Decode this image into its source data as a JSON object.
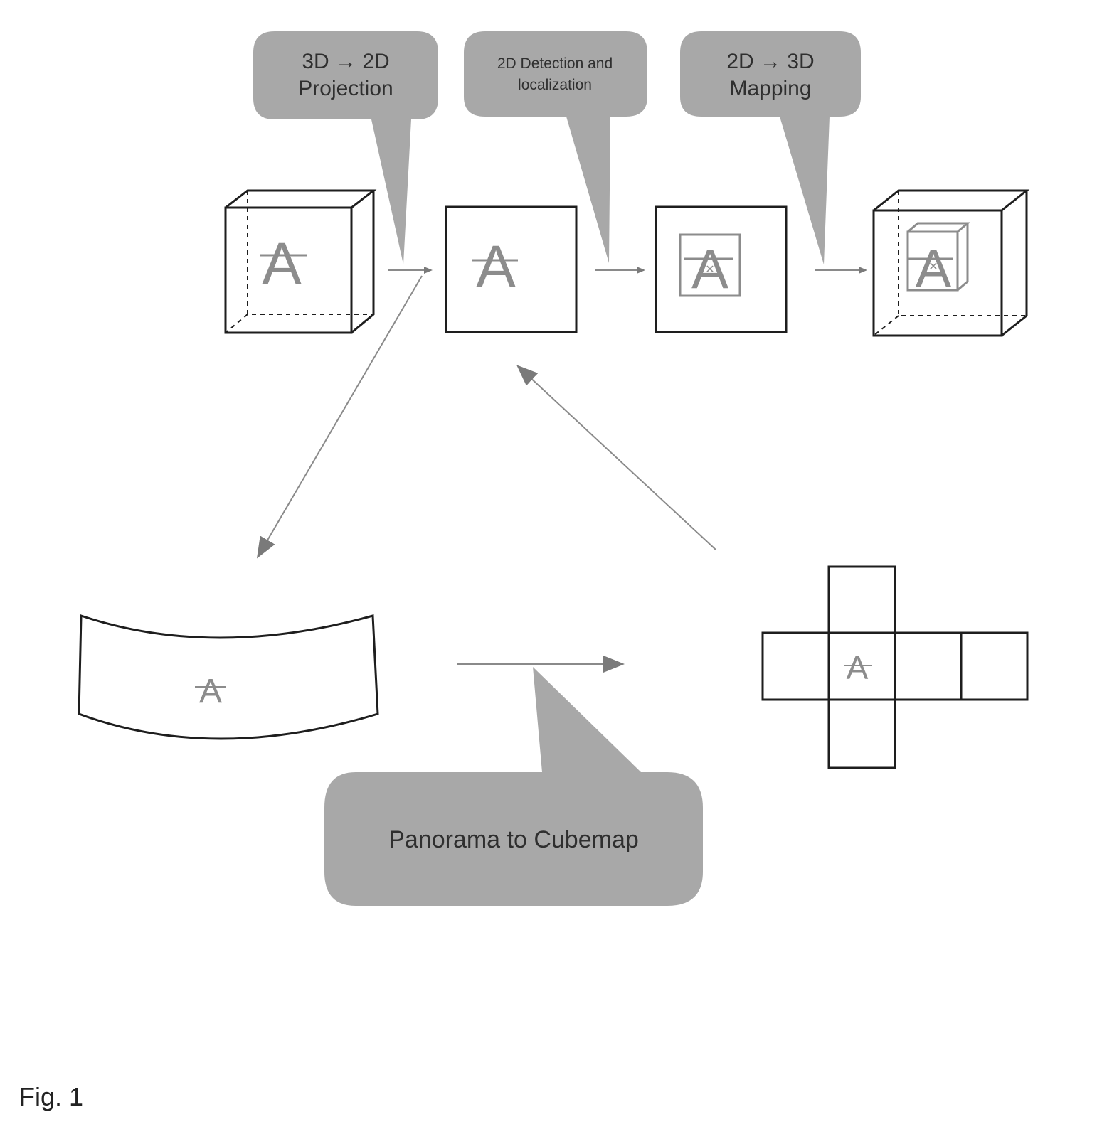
{
  "callouts": {
    "projection": {
      "line1": "3D → 2D",
      "line2": "Projection"
    },
    "detection": {
      "line1": "2D Detection and",
      "line2": "localization"
    },
    "mapping": {
      "line1": "2D → 3D",
      "line2": "Mapping"
    },
    "panorama": {
      "text": "Panorama to Cubemap"
    }
  },
  "object_glyph": "A",
  "figure_label": "Fig. 1",
  "colors": {
    "callout_fill": "#a8a8a8",
    "stroke": "#1e1e1e",
    "arrow": "#8a8a8a",
    "glyph": "#8c8c8c"
  }
}
